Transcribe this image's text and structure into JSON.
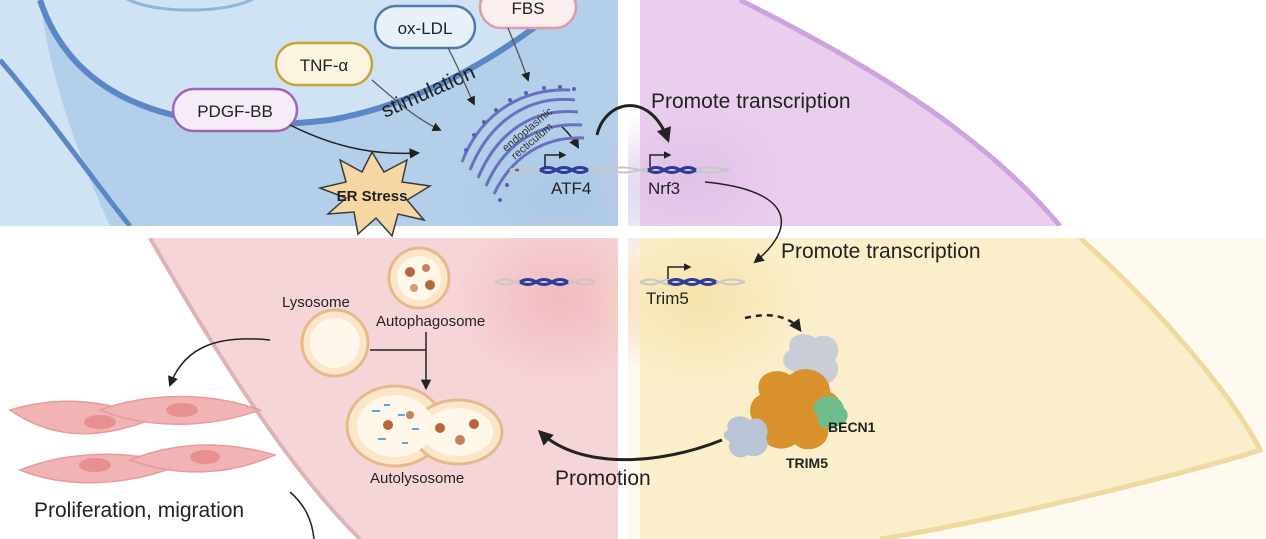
{
  "stimuli": {
    "fbs": "FBS",
    "ox_ldl": "ox-LDL",
    "tnf": "TNF-α",
    "pdgf": "PDGF-BB"
  },
  "labels": {
    "stimulation": "stimulation",
    "er_stress": "ER Stress",
    "er_line1": "endoplasmic",
    "er_line2": "recticulum",
    "atf4": "ATF4",
    "nrf3": "Nrf3",
    "trim5_gene": "Trim5",
    "promote_transcription_1": "Promote transcription",
    "promote_transcription_2": "Promote transcription",
    "promotion": "Promotion",
    "lysosome": "Lysosome",
    "autophagosome": "Autophagosome",
    "autolysosome": "Autolysosome",
    "proliferation": "Proliferation, migration",
    "becn1": "BECN1",
    "trim5_protein": "TRIM5"
  },
  "colors": {
    "q1_bg": "#cfe3f4",
    "q2_bg": "#f1e1f1",
    "q3_bg": "#f7e0e3",
    "q4_bg": "#fbf3dc",
    "pdgf_border": "#a463b8",
    "tnf_border": "#c9a33a",
    "ox_ldl_border": "#4f7bab",
    "fbs_border": "#e29aa6",
    "er_stress_fill": "#f6d7a4",
    "trim5_protein": "#d8912c",
    "becn1_protein": "#6fbd8d"
  }
}
